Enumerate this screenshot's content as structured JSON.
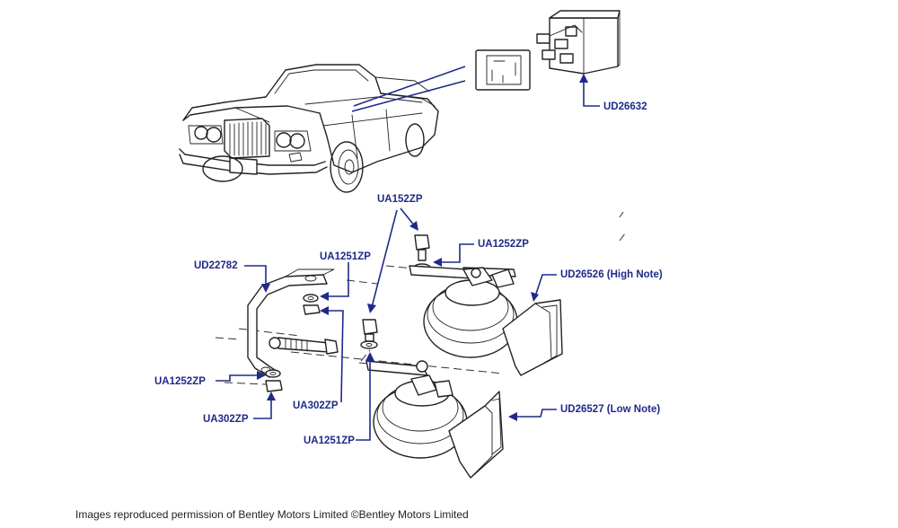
{
  "labels": {
    "relay": "UD26632",
    "high_note_horn": "UD26526 (High Note)",
    "low_note_horn": "UD26527 (Low Note)",
    "bracket": "UD22782",
    "bolt_top": "UA152ZP",
    "washer_top": "UA1252ZP",
    "washer_bracket": "UA1251ZP",
    "washer_left": "UA1252ZP",
    "nut_left": "UA302ZP",
    "nut_bracket": "UA302ZP",
    "washer_bottom": "UA1251ZP"
  },
  "credit": "Images reproduced permission of Bentley Motors Limited ©Bentley Motors Limited",
  "colors": {
    "callout": "#1f2a8a",
    "line": "#222222"
  }
}
